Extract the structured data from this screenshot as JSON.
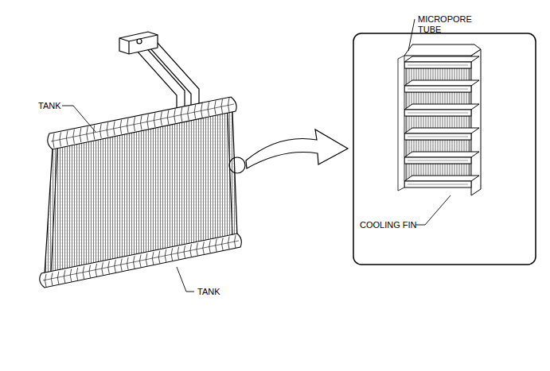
{
  "diagram": {
    "labels": [
      "TANK",
      "MICROPORE TUBE",
      "COOLING FIN",
      "TANK"
    ]
  }
}
